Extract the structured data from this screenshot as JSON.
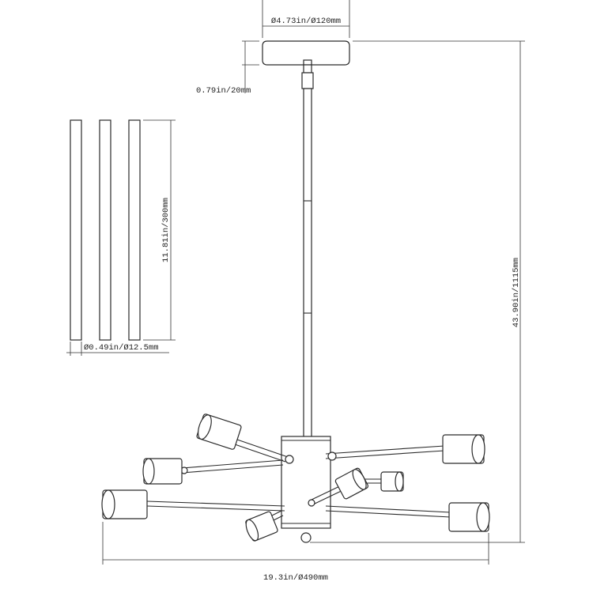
{
  "dimensions": {
    "canopy_diameter": "Ø4.73in/Ø120mm",
    "canopy_height": "0.79in/20mm",
    "rod_length": "11.81in/300mm",
    "rod_diameter": "Ø0.49in/Ø12.5mm",
    "overall_height": "43.90in/1115mm",
    "overall_width": "19.3in/Ø490mm"
  }
}
